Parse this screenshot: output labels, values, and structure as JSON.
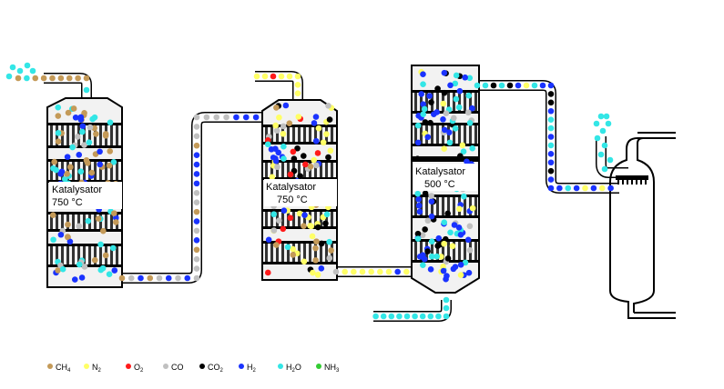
{
  "colors": {
    "CH4": "#c49a58",
    "N2": "#ffff66",
    "O2": "#ff1a1a",
    "CO": "#c0c0c0",
    "CO2": "#000000",
    "H2": "#1a33ff",
    "H2O": "#33e6e6",
    "NH3": "#33cc33"
  },
  "reactors": [
    {
      "line1": "Katalysator",
      "line2": "750 °C"
    },
    {
      "line1": "Katalysator",
      "line2": "750 °C"
    },
    {
      "line1": "Katalysator",
      "line2": "500 °C"
    }
  ],
  "legend": [
    {
      "base": "CH",
      "sub": "4",
      "rest": "",
      "color_key": "CH4"
    },
    {
      "base": "N",
      "sub": "2",
      "rest": "",
      "color_key": "N2"
    },
    {
      "base": "O",
      "sub": "2",
      "rest": "",
      "color_key": "O2"
    },
    {
      "base": "CO",
      "sub": "",
      "rest": "",
      "color_key": "CO"
    },
    {
      "base": "CO",
      "sub": "2",
      "rest": "",
      "color_key": "CO2"
    },
    {
      "base": "H",
      "sub": "2",
      "rest": "",
      "color_key": "H2"
    },
    {
      "base": "H",
      "sub": "2",
      "rest": "O",
      "color_key": "H2O"
    },
    {
      "base": "NH",
      "sub": "3",
      "rest": "",
      "color_key": "NH3"
    }
  ]
}
